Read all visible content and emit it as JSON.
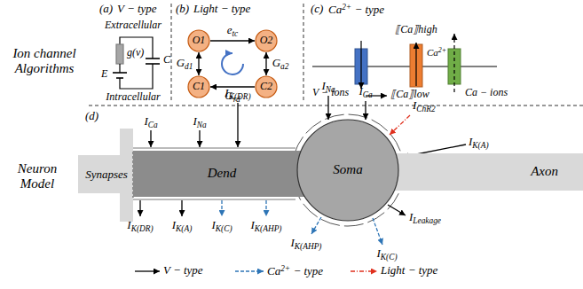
{
  "diagram": {
    "nodes": [
      {
        "text": [
          "O1"
        ]
      },
      {
        "text": [
          "O2"
        ]
      },
      {
        "text": [
          "C1"
        ]
      },
      {
        "text": [
          "C2"
        ]
      },
      {
        "text": [
          "Synapses"
        ]
      },
      {
        "text": [
          "Dend"
        ]
      },
      {
        "text": [
          "Soma"
        ]
      },
      {
        "text": [
          "Axon"
        ]
      }
    ],
    "edges": [
      {
        "from": 0,
        "to": 1,
        "arrow": "to",
        "label": "etc"
      },
      {
        "from": 1,
        "to": 3,
        "arrow": "both",
        "label": "Ga2"
      },
      {
        "from": 3,
        "to": 2,
        "arrow": "to",
        "label": "Grd"
      },
      {
        "from": 0,
        "to": 2,
        "arrow": "both",
        "label": "Gd1"
      }
    ],
    "labels": [
      "Ion channel Algorithms",
      "Neuron Model",
      "(a)",
      "V − type",
      "Extracellular",
      "g(v)",
      "E",
      "C",
      "Intracellular",
      "(b)",
      "Light − type",
      "(c)",
      "Ca2+ − type",
      "⟦Ca⟧high",
      "Ca2+",
      "V − ions",
      "⟦Ca⟧low",
      "Ca − ions",
      "(d)",
      "ICa",
      "INa",
      "IK(DR)",
      "INa",
      "ICa",
      "IChR2",
      "IK(A)",
      "IK(DR)",
      "IK(A)",
      "IK(C)",
      "IK(AHP)",
      "IK(AHP)",
      "ILeakage",
      "IK(C)"
    ],
    "legend": [
      {
        "text": "V − type"
      },
      {
        "text": "Ca2+ − type"
      },
      {
        "text": "Light − type"
      }
    ]
  }
}
